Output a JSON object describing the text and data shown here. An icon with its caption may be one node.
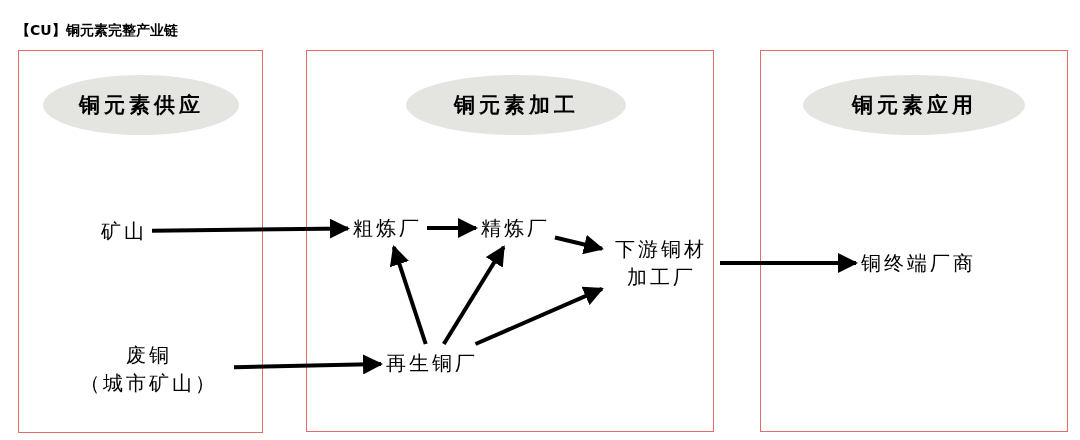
{
  "diagram": {
    "title": "【CU】铜元素完整产业链",
    "nodes": [
      {
        "text": [],
        "shape": "box"
      },
      {
        "text": [
          "铜元素供应"
        ],
        "in": 0
      },
      {
        "text": [
          "矿山"
        ],
        "in": 0
      },
      {
        "text": [
          "废铜（城市矿山）"
        ],
        "in": 0
      },
      {
        "text": [],
        "shape": "box"
      },
      {
        "text": [
          "铜元素加工"
        ],
        "in": 4
      },
      {
        "text": [
          "粗炼厂"
        ],
        "in": 4
      },
      {
        "text": [
          "精炼厂"
        ],
        "in": 4
      },
      {
        "text": [
          "下游铜材加工厂"
        ],
        "in": 4
      },
      {
        "text": [
          "再生铜厂"
        ],
        "in": 4
      },
      {
        "text": [],
        "shape": "box"
      },
      {
        "text": [
          "铜元素应用"
        ],
        "in": 10
      },
      {
        "text": [
          "铜终端厂商"
        ],
        "in": 10
      }
    ],
    "edges": [
      {
        "from": 2,
        "to": 6,
        "arrow": "to"
      },
      {
        "from": 6,
        "to": 7,
        "arrow": "to"
      },
      {
        "from": 7,
        "to": 8,
        "arrow": "to"
      },
      {
        "from": 3,
        "to": 9,
        "arrow": "to"
      },
      {
        "from": 9,
        "to": 6,
        "arrow": "to"
      },
      {
        "from": 9,
        "to": 7,
        "arrow": "to"
      },
      {
        "from": 9,
        "to": 8,
        "arrow": "to"
      },
      {
        "from": 8,
        "to": 12,
        "arrow": "to"
      }
    ]
  }
}
